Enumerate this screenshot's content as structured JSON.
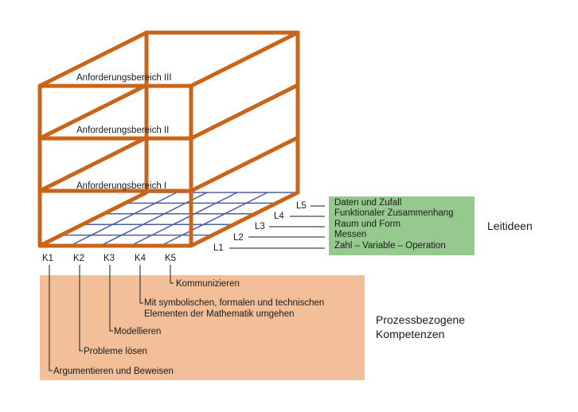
{
  "cube": {
    "levels": [
      "Anforderungsbereich III",
      "Anforderungsbereich II",
      "Anforderungsbereich I"
    ],
    "colors": {
      "frame": "#c8651b",
      "grid": "#4b5fa0"
    }
  },
  "leitideen": {
    "title": "Leitideen",
    "codes": [
      "L5",
      "L4",
      "L3",
      "L2",
      "L1"
    ],
    "items": [
      "Daten und Zufall",
      "Funktionaler Zusammenhang",
      "Raum und Form",
      "Messen",
      "Zahl – Variable – Operation"
    ],
    "color": "#96c98e"
  },
  "kompetenzen": {
    "title_line1": "Prozessbezogene",
    "title_line2": "Kompetenzen",
    "codes": [
      "K1",
      "K2",
      "K3",
      "K4",
      "K5"
    ],
    "items": [
      "Kommunizieren",
      "Mit symbolischen, formalen und technischen",
      "Elementen der Mathematik umgehen",
      "Modellieren",
      "Probleme lösen",
      "Argumentieren und Beweisen"
    ],
    "color": "#f2bf98"
  }
}
